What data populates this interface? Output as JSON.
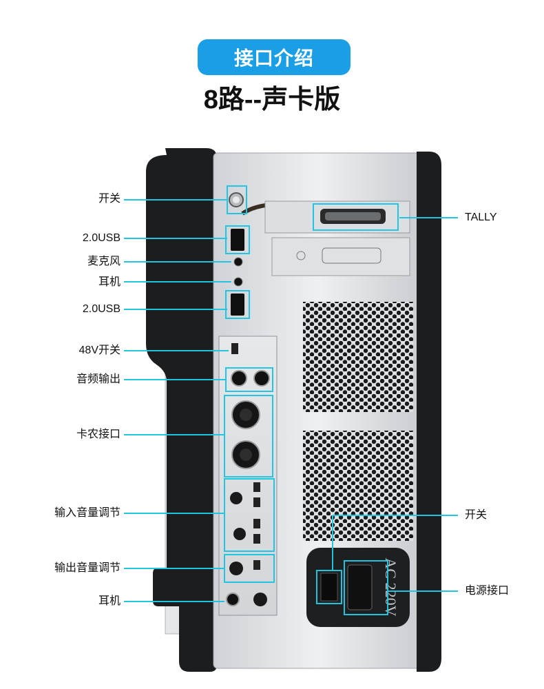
{
  "header": {
    "title": "接口介绍",
    "subtitle": "8路--声卡版"
  },
  "accent_color": "#1a9ee6",
  "callout_color": "#22c4e0",
  "callouts_left": [
    {
      "name": "callout-power-switch",
      "label": "开关"
    },
    {
      "name": "callout-usb-top",
      "label": "2.0USB"
    },
    {
      "name": "callout-mic",
      "label": "麦克风"
    },
    {
      "name": "callout-headphone-top",
      "label": "耳机"
    },
    {
      "name": "callout-usb-bottom",
      "label": "2.0USB"
    },
    {
      "name": "callout-48v",
      "label": "48V开关"
    },
    {
      "name": "callout-audio-out",
      "label": "音频输出"
    },
    {
      "name": "callout-xlr",
      "label": "卡农接口"
    },
    {
      "name": "callout-input-volume",
      "label": "输入音量调节"
    },
    {
      "name": "callout-output-volume",
      "label": "输出音量调节"
    },
    {
      "name": "callout-headphone-bottom",
      "label": "耳机"
    }
  ],
  "callouts_right": [
    {
      "name": "callout-tally",
      "label": "TALLY"
    },
    {
      "name": "callout-psu-switch",
      "label": "开关"
    },
    {
      "name": "callout-power-inlet",
      "label": "电源接口"
    }
  ],
  "psu_rating": "AC 220V"
}
